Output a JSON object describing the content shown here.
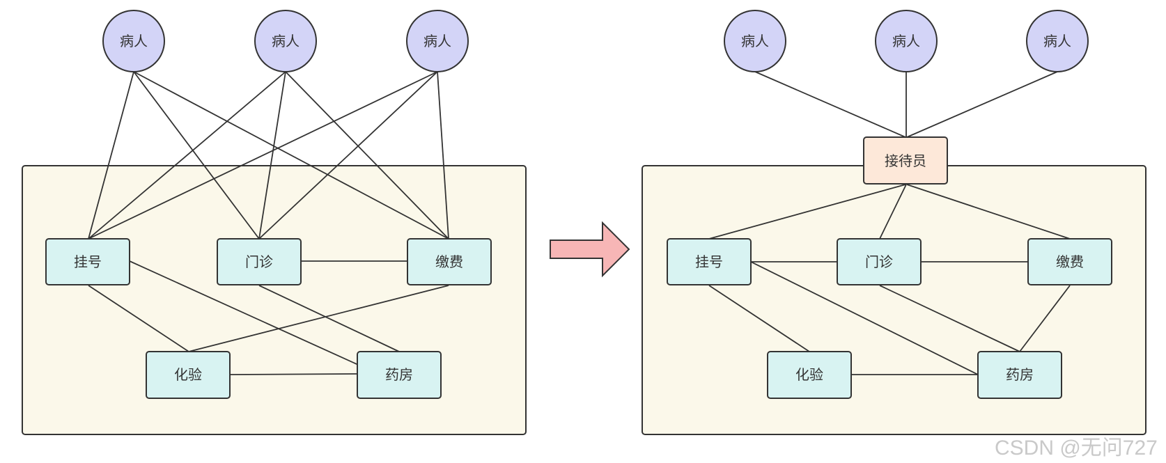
{
  "colors": {
    "patient_fill": "#d3d4f7",
    "dept_fill": "#d8f3f2",
    "reception_fill": "#fde8d9",
    "panel_fill": "#fbf8ea",
    "arrow_fill": "#f7b6b6",
    "stroke": "#333333"
  },
  "before": {
    "patients": [
      "病人",
      "病人",
      "病人"
    ],
    "departments": {
      "registration": "挂号",
      "outpatient": "门诊",
      "payment": "缴费",
      "lab": "化验",
      "pharmacy": "药房"
    }
  },
  "after": {
    "patients": [
      "病人",
      "病人",
      "病人"
    ],
    "reception": "接待员",
    "departments": {
      "registration": "挂号",
      "outpatient": "门诊",
      "payment": "缴费",
      "lab": "化验",
      "pharmacy": "药房"
    }
  },
  "watermark": "CSDN @无问727"
}
